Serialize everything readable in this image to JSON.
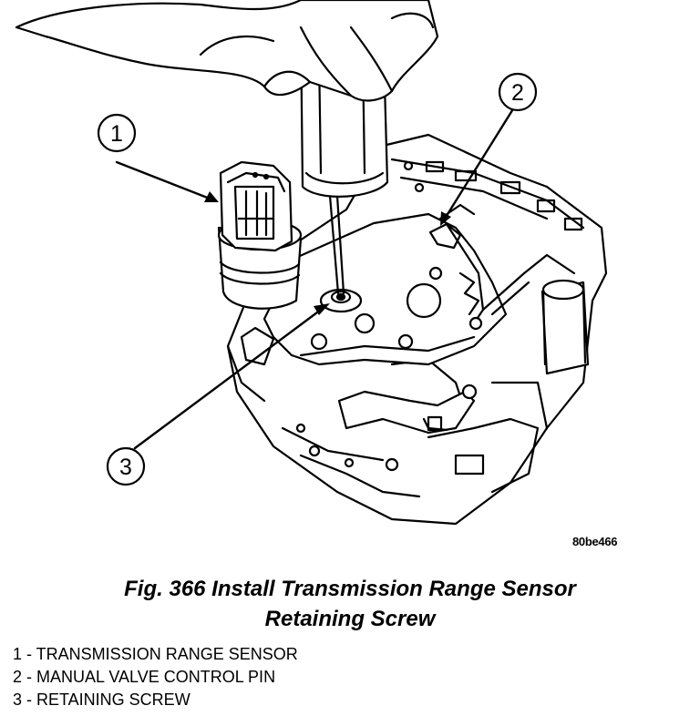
{
  "figure": {
    "id_code": "80be466",
    "caption_line1": "Fig. 366 Install Transmission Range Sensor",
    "caption_line2": "Retaining Screw"
  },
  "callouts": [
    "1",
    "2",
    "3"
  ],
  "legend": [
    "1 - TRANSMISSION RANGE SENSOR",
    "2 - MANUAL VALVE CONTROL PIN",
    "3 - RETAINING SCREW"
  ]
}
